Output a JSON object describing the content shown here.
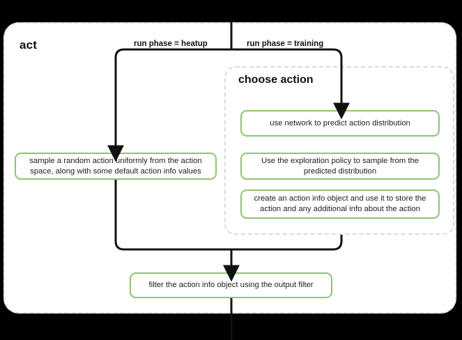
{
  "diagram": {
    "type": "flowchart",
    "title": "act",
    "groups": [
      {
        "name": "choose-action",
        "title": "choose action",
        "style": "dashed-border"
      }
    ],
    "edge_labels": {
      "left_branch": "run phase = heatup",
      "right_branch": "run phase = training"
    },
    "nodes": {
      "sample_random": "sample a random action uniformly from the action space, along with some default action info values",
      "use_network": "use network to predict action distribution",
      "exploration_policy": "Use the exploration policy to sample from the predicted distribution",
      "create_action_info": "create an action info object and use it to store the action and any additional info about the action",
      "filter_action_info": "filter the action info object using the output filter"
    },
    "colors": {
      "node_border": "#8ec46f",
      "node_fill": "#ffffff",
      "panel_border": "#e2e2e2",
      "group_border": "#d9d9d9",
      "connector": "#111111",
      "background": "#000000",
      "text": "#202020"
    }
  }
}
